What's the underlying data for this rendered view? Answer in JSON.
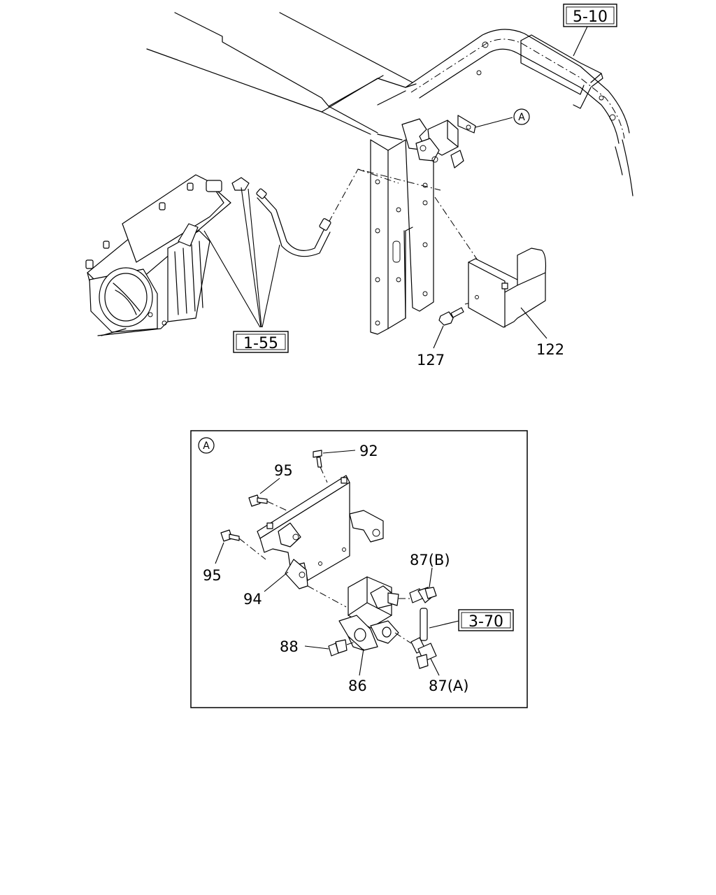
{
  "refs": {
    "r510": "5-10",
    "r155": "1-55",
    "r370": "3-70"
  },
  "callouts": {
    "detail_a": "A",
    "inset_a": "A"
  },
  "parts": {
    "p122": "122",
    "p127": "127",
    "p92": "92",
    "p95a": "95",
    "p95b": "95",
    "p94": "94",
    "p87b": "87(B)",
    "p87a": "87(A)",
    "p88": "88",
    "p86": "86"
  }
}
